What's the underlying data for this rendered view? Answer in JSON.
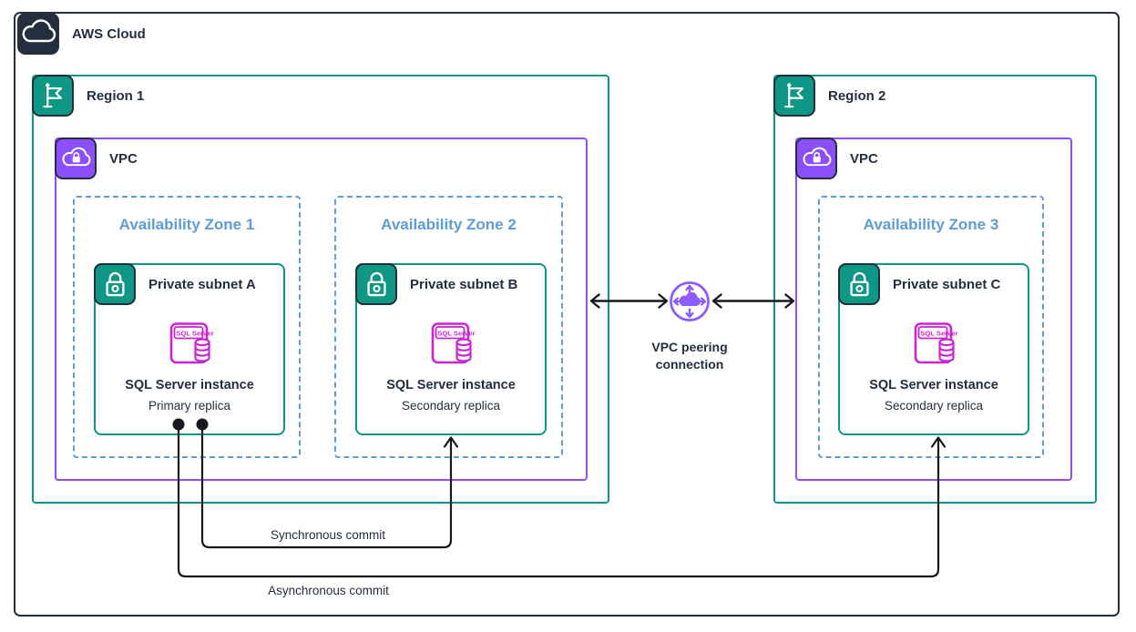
{
  "title": {
    "label": "AWS Cloud"
  },
  "regions": [
    {
      "label": "Region 1",
      "vpc_label": "VPC",
      "zones": [
        {
          "label": "Availability Zone 1",
          "subnet": {
            "label": "Private subnet A",
            "instance_title": "SQL Server instance",
            "instance_subtitle": "Primary replica"
          }
        },
        {
          "label": "Availability Zone 2",
          "subnet": {
            "label": "Private subnet B",
            "instance_title": "SQL Server instance",
            "instance_subtitle": "Secondary replica"
          }
        }
      ]
    },
    {
      "label": "Region 2",
      "vpc_label": "VPC",
      "zones": [
        {
          "label": "Availability Zone 3",
          "subnet": {
            "label": "Private subnet C",
            "instance_title": "SQL Server instance",
            "instance_subtitle": "Secondary replica"
          }
        }
      ]
    }
  ],
  "sql_icon_label": "SQL Server",
  "peering": {
    "label": "VPC peering connection"
  },
  "connections": {
    "sync_label": "Synchronous commit",
    "async_label": "Asynchronous commit"
  },
  "icons": {
    "aws_cloud": "cloud-icon",
    "region": "flag-icon",
    "vpc": "cloud-lock-icon",
    "private_subnet": "lock-icon",
    "instance": "sql-server-database-icon",
    "peering": "vpc-peering-icon"
  },
  "colors": {
    "dark_navy": "#232F3E",
    "region_teal": "#0D9784",
    "vpc_purple": "#8C4FFF",
    "peering_purple": "#8E5CFF",
    "az_blue": "#5E9CD3",
    "database_magenta": "#C925D1",
    "connector_black": "#15191F"
  }
}
